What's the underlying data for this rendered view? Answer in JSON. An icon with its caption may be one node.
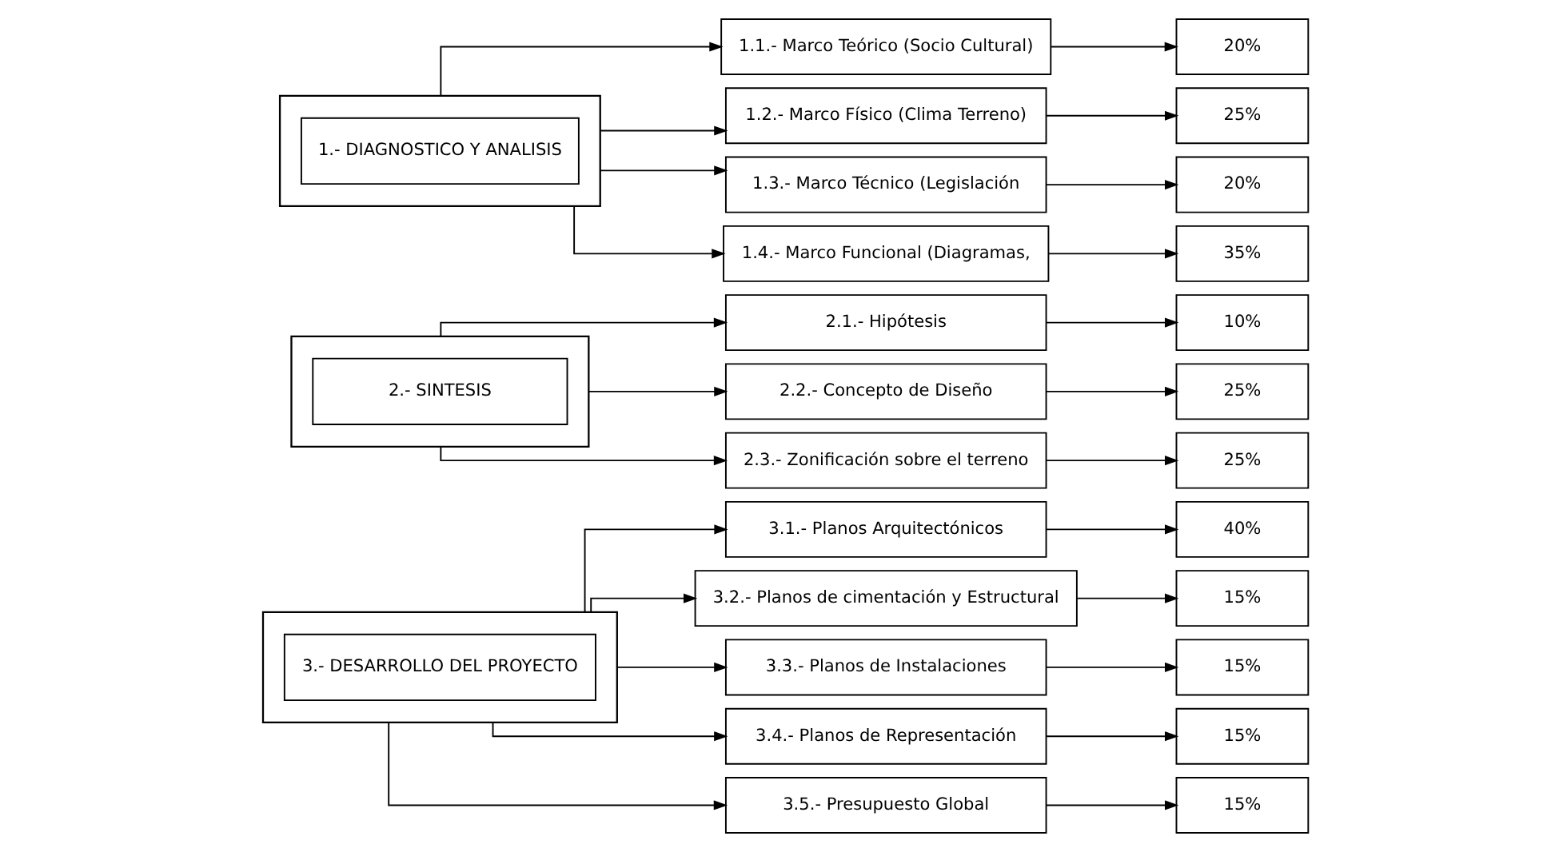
{
  "diagram": {
    "nodes": [
      {
        "text": [],
        "shape": "box"
      },
      {
        "text": [
          "1.- DIAGNOSTICO Y ANALISIS"
        ],
        "in": 0
      },
      {
        "text": [
          "1.1.- Marco Teórico (Socio Cultural)"
        ]
      },
      {
        "text": [
          "20%"
        ]
      },
      {
        "text": [
          "1.2.- Marco Físico (Clima Terreno)"
        ]
      },
      {
        "text": [
          "25%"
        ]
      },
      {
        "text": [
          "1.3.- Marco Técnico (Legislación"
        ]
      },
      {
        "text": [
          "20%"
        ]
      },
      {
        "text": [
          "1.4.- Marco Funcional (Diagramas,"
        ]
      },
      {
        "text": [
          "35%"
        ]
      },
      {
        "text": [],
        "shape": "box"
      },
      {
        "text": [
          "2.- SINTESIS"
        ],
        "in": 10
      },
      {
        "text": [
          "2.1.- Hipótesis"
        ]
      },
      {
        "text": [
          "10%"
        ]
      },
      {
        "text": [
          "2.2.- Concepto de Diseño"
        ]
      },
      {
        "text": [
          "25%"
        ]
      },
      {
        "text": [
          "2.3.- Zonificación sobre el terreno"
        ]
      },
      {
        "text": [
          "25%"
        ]
      },
      {
        "text": [],
        "shape": "box"
      },
      {
        "text": [
          "3.- DESARROLLO DEL PROYECTO"
        ],
        "in": 18
      },
      {
        "text": [
          "3.1.- Planos Arquitectónicos"
        ]
      },
      {
        "text": [
          "40%"
        ]
      },
      {
        "text": [
          "3.2.- Planos de cimentación y Estructural"
        ]
      },
      {
        "text": [
          "15%"
        ]
      },
      {
        "text": [
          "3.3.- Planos de Instalaciones"
        ]
      },
      {
        "text": [
          "15%"
        ]
      },
      {
        "text": [
          "3.4.- Planos de Representación"
        ]
      },
      {
        "text": [
          "15%"
        ]
      },
      {
        "text": [
          "3.5.- Presupuesto Global"
        ]
      },
      {
        "text": [
          "15%"
        ]
      }
    ],
    "edges": [
      {
        "from": 0,
        "to": 2,
        "arrow": "to"
      },
      {
        "from": 0,
        "to": 4,
        "arrow": "to"
      },
      {
        "from": 0,
        "to": 6,
        "arrow": "to"
      },
      {
        "from": 0,
        "to": 8,
        "arrow": "to"
      },
      {
        "from": 2,
        "to": 3,
        "arrow": "to"
      },
      {
        "from": 4,
        "to": 5,
        "arrow": "to"
      },
      {
        "from": 6,
        "to": 7,
        "arrow": "to"
      },
      {
        "from": 8,
        "to": 9,
        "arrow": "to"
      },
      {
        "from": 10,
        "to": 12,
        "arrow": "to"
      },
      {
        "from": 10,
        "to": 14,
        "arrow": "to"
      },
      {
        "from": 10,
        "to": 16,
        "arrow": "to"
      },
      {
        "from": 12,
        "to": 13,
        "arrow": "to"
      },
      {
        "from": 14,
        "to": 15,
        "arrow": "to"
      },
      {
        "from": 16,
        "to": 17,
        "arrow": "to"
      },
      {
        "from": 18,
        "to": 20,
        "arrow": "to"
      },
      {
        "from": 18,
        "to": 22,
        "arrow": "to"
      },
      {
        "from": 18,
        "to": 24,
        "arrow": "to"
      },
      {
        "from": 18,
        "to": 26,
        "arrow": "to"
      },
      {
        "from": 18,
        "to": 28,
        "arrow": "to"
      },
      {
        "from": 20,
        "to": 21,
        "arrow": "to"
      },
      {
        "from": 22,
        "to": 23,
        "arrow": "to"
      },
      {
        "from": 24,
        "to": 25,
        "arrow": "to"
      },
      {
        "from": 26,
        "to": 27,
        "arrow": "to"
      },
      {
        "from": 28,
        "to": 29,
        "arrow": "to"
      }
    ]
  }
}
